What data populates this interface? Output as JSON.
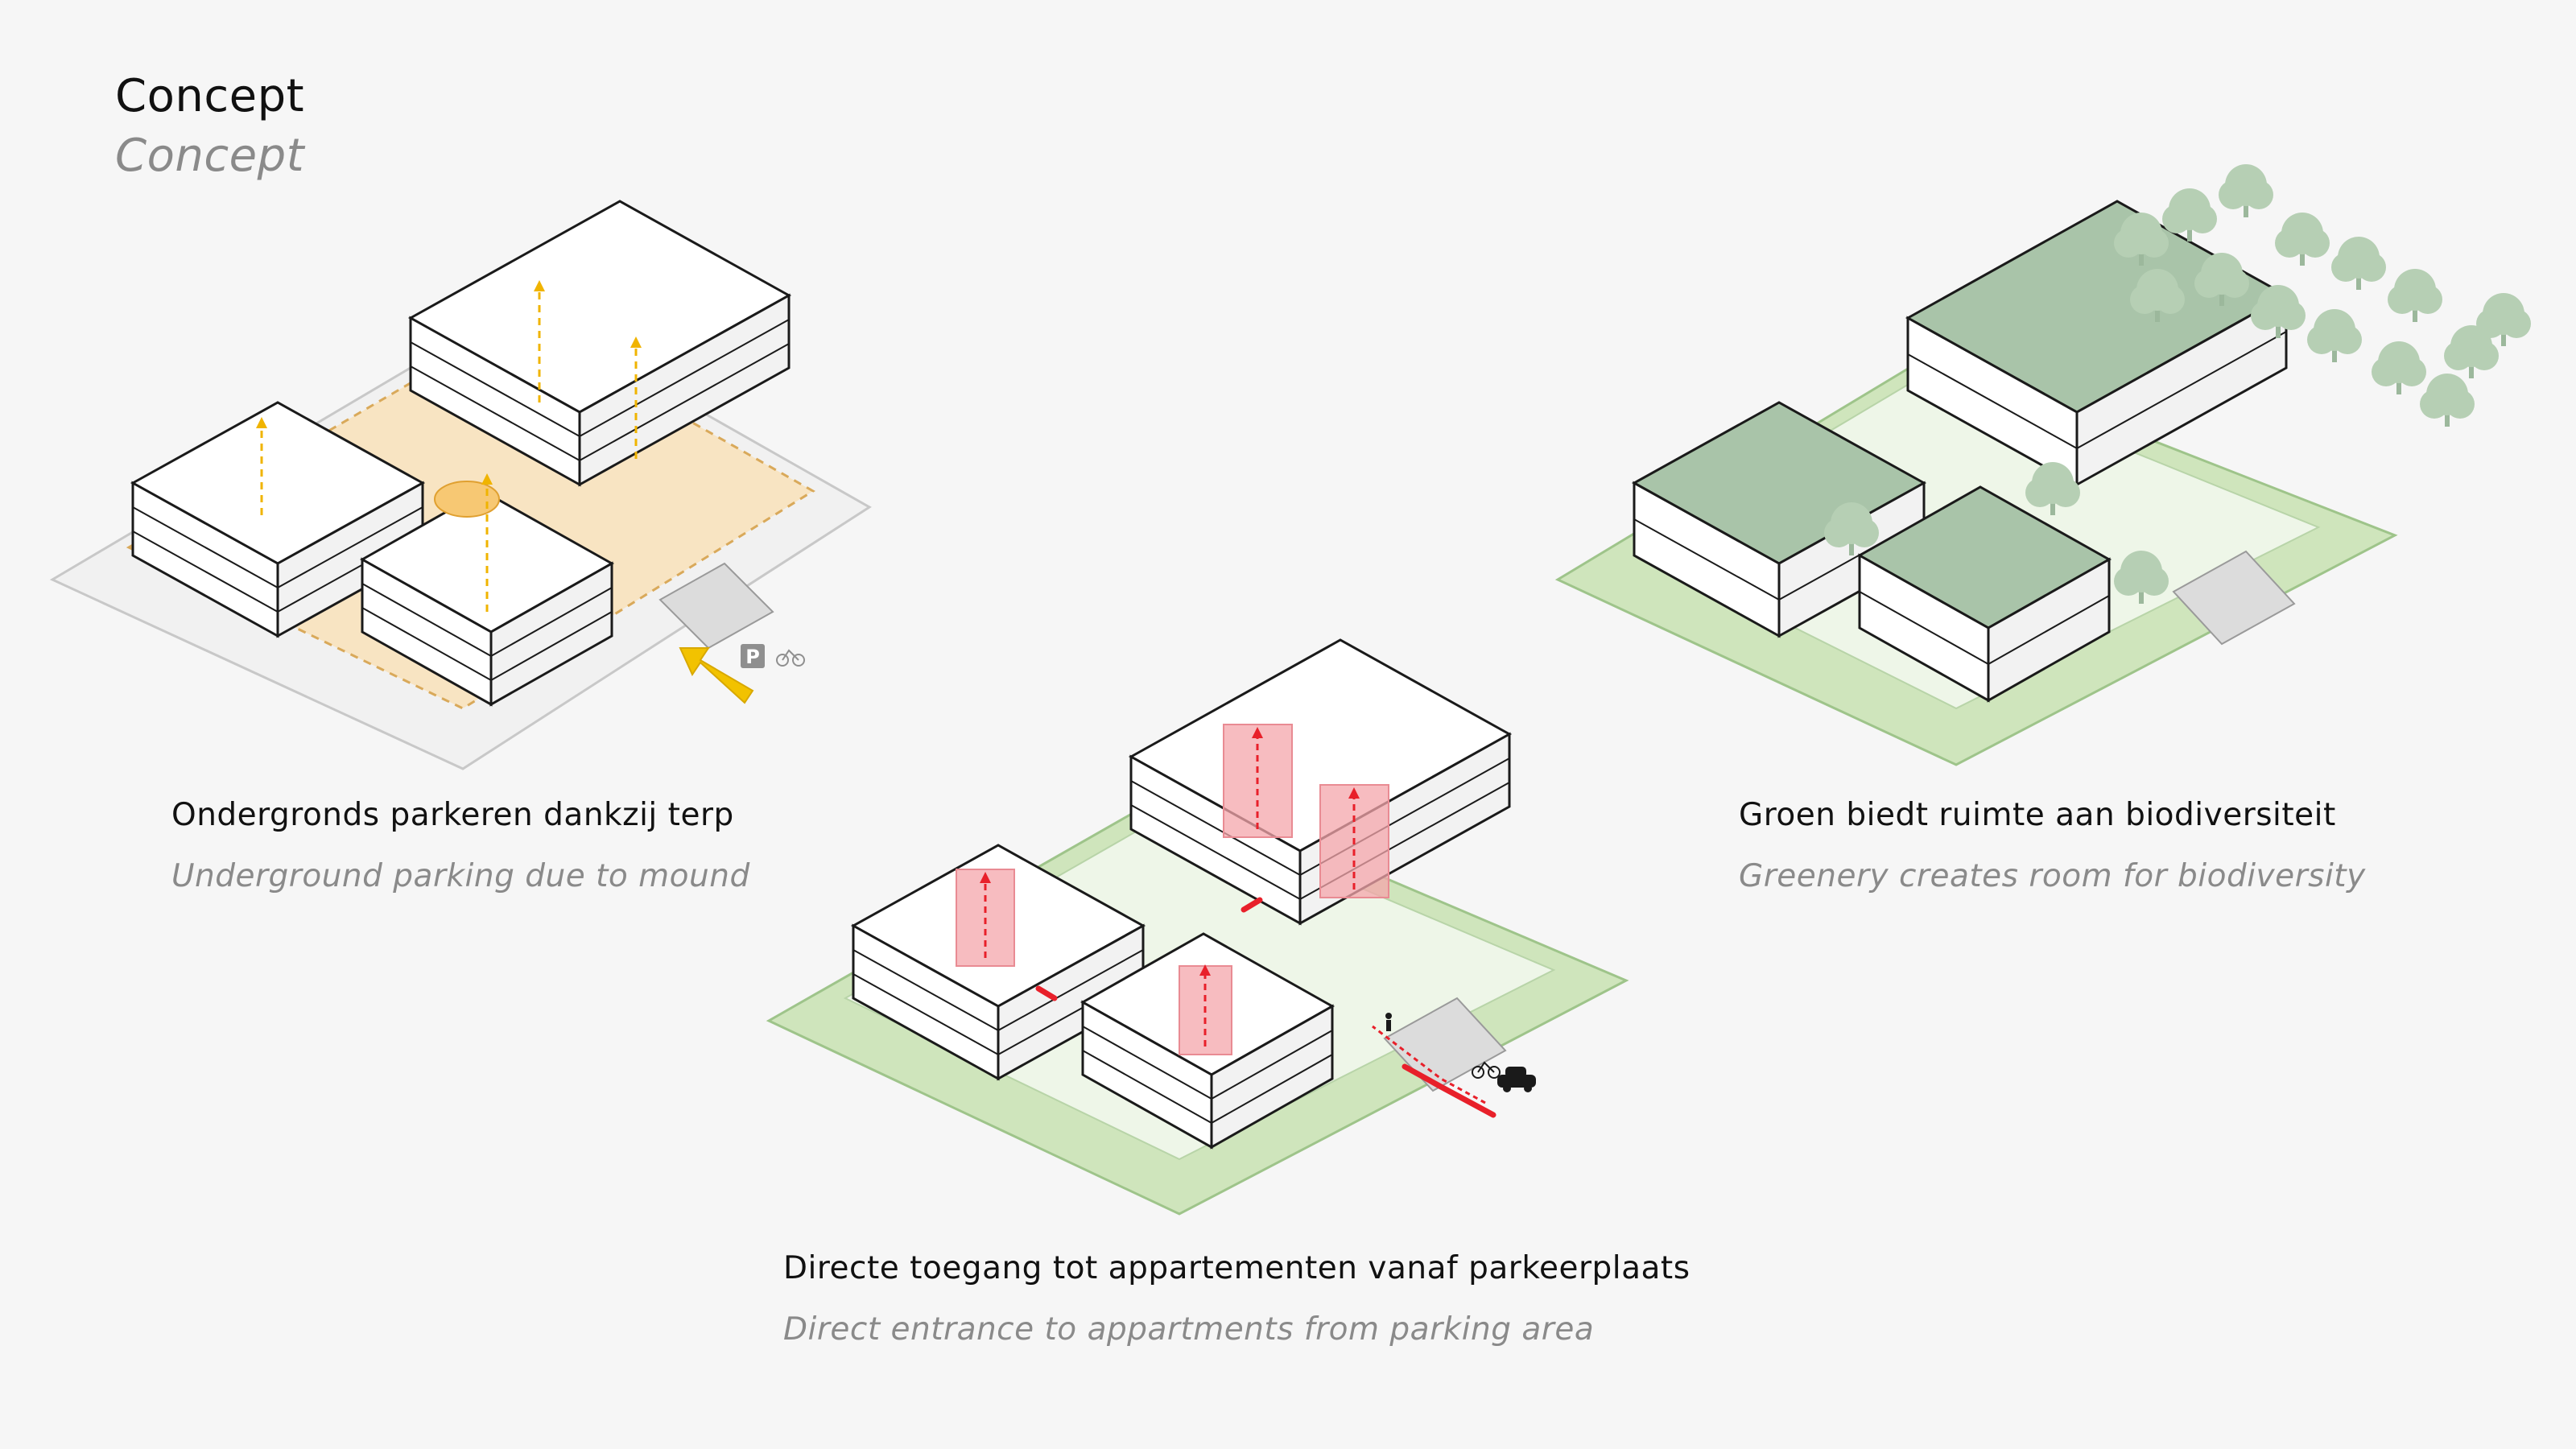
{
  "header": {
    "title": "Concept",
    "subtitle": "Concept"
  },
  "panels": [
    {
      "title": "Ondergronds parkeren dankzij terp",
      "subtitle": "Underground parking due to mound",
      "theme_color": "#f7c873"
    },
    {
      "title": "Directe toegang tot appartementen vanaf parkeerplaats",
      "subtitle": "Direct entrance to appartments from parking area",
      "theme_color": "#e8202a"
    },
    {
      "title": "Groen biedt ruimte aan biodiversiteit",
      "subtitle": "Greenery creates room for biodiversity",
      "theme_color": "#a9c4a9"
    }
  ],
  "icons": {
    "parking_sign": "P"
  },
  "colors": {
    "background": "#f6f6f6",
    "yellow_accent": "#f0b400",
    "red_accent": "#e8202a",
    "green_mound": "#d9ecc8",
    "green_roof": "#a9c4a9"
  }
}
